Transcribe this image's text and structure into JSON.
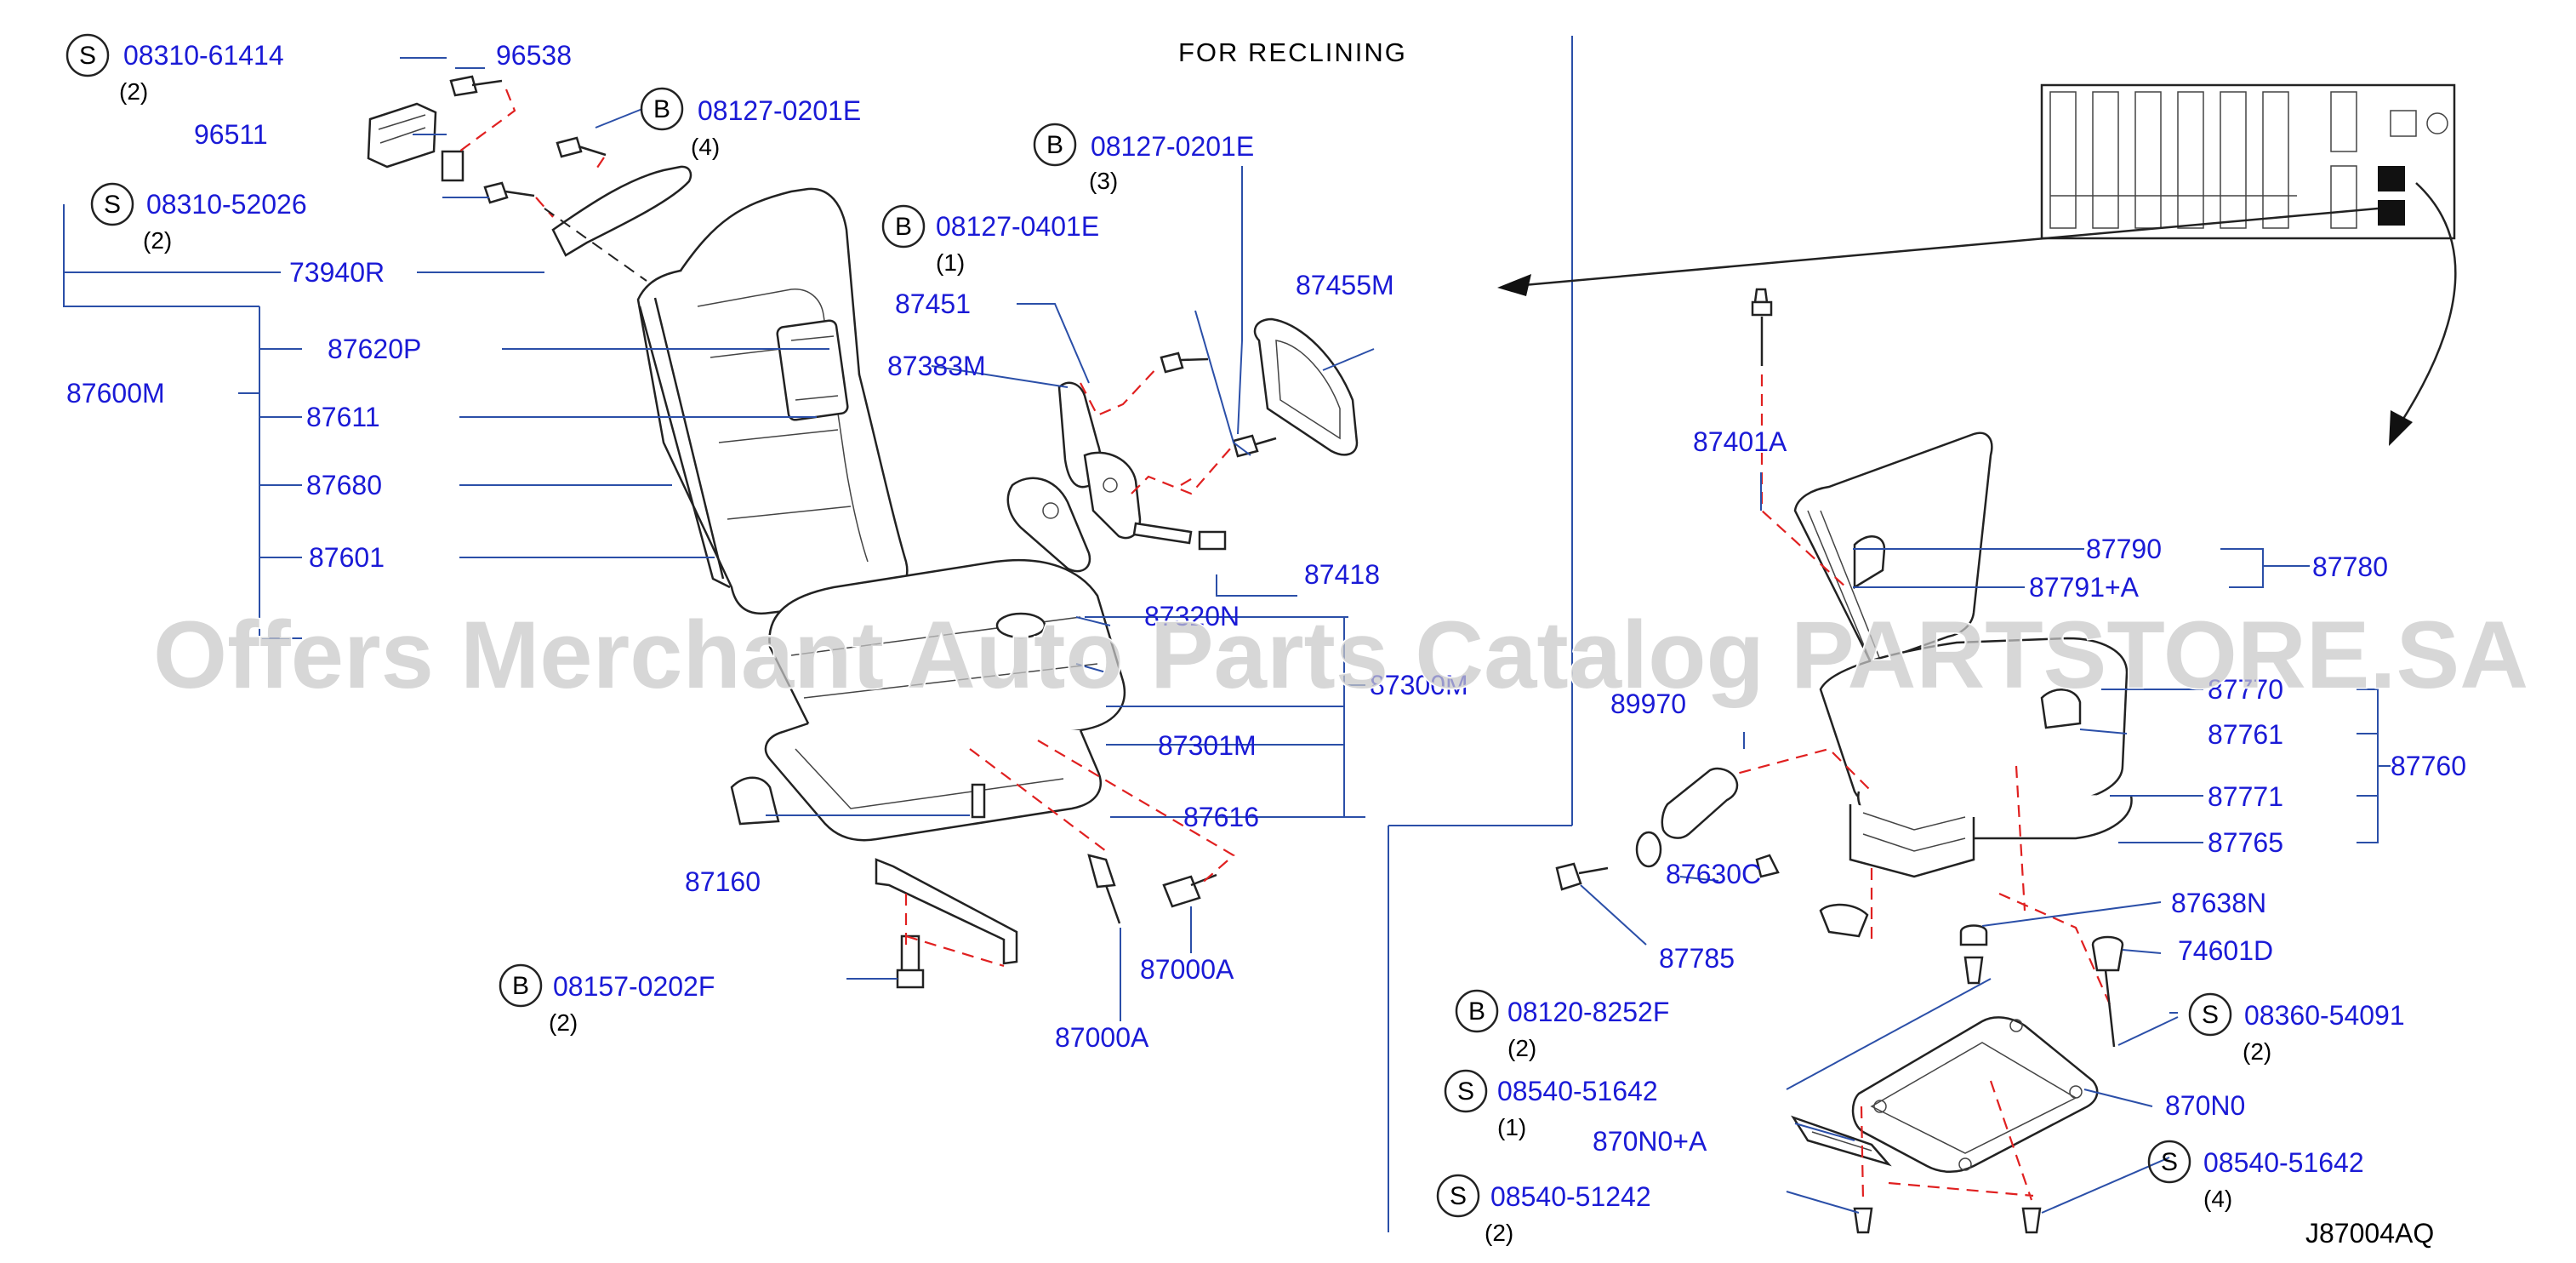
{
  "title": "FOR   RECLINING",
  "diagram_code": "J87004AQ",
  "watermark": "Offers Merchant Auto Parts Catalog PARTSTORE.SA",
  "colors": {
    "label": "#1a1ad6",
    "leader": "#2b4fa8",
    "dashed": "#e02020",
    "watermark": "#c8c8c8"
  },
  "callouts": {
    "s_08310_61414": {
      "symbol": "S",
      "part": "08310-61414",
      "qty": "(2)"
    },
    "s_08310_52026": {
      "symbol": "S",
      "part": "08310-52026",
      "qty": "(2)"
    },
    "b_08127_0201e_top": {
      "symbol": "B",
      "part": "08127-0201E",
      "qty": "(4)"
    },
    "b_08127_0201e_mid": {
      "symbol": "B",
      "part": "08127-0201E",
      "qty": "(3)"
    },
    "b_08127_0401e": {
      "symbol": "B",
      "part": "08127-0401E",
      "qty": "(1)"
    },
    "b_08157_0202f": {
      "symbol": "B",
      "part": "08157-0202F",
      "qty": "(2)"
    },
    "b_08120_8252f": {
      "symbol": "B",
      "part": "08120-8252F",
      "qty": "(2)"
    },
    "s_08540_51642_a": {
      "symbol": "S",
      "part": "08540-51642",
      "qty": "(1)"
    },
    "s_08540_51242": {
      "symbol": "S",
      "part": "08540-51242",
      "qty": "(2)"
    },
    "s_08360_54091": {
      "symbol": "S",
      "part": "08360-54091",
      "qty": "(2)"
    },
    "s_08540_51642_b": {
      "symbol": "S",
      "part": "08540-51642",
      "qty": "(4)"
    }
  },
  "parts": {
    "p96538": "96538",
    "p96511": "96511",
    "p73940R": "73940R",
    "p87620P": "87620P",
    "p87600M": "87600M",
    "p87611": "87611",
    "p87680": "87680",
    "p87601": "87601",
    "p87383M": "87383M",
    "p87451": "87451",
    "p87455M": "87455M",
    "p87418": "87418",
    "p87320N": "87320N",
    "p87300M": "87300M",
    "p87301M": "87301M",
    "p87616": "87616",
    "p87160": "87160",
    "p87000A_1": "87000A",
    "p87000A_2": "87000A",
    "p87401A": "87401A",
    "p87790": "87790",
    "p87791A": "87791+A",
    "p87780": "87780",
    "p89970": "89970",
    "p87770": "87770",
    "p87761": "87761",
    "p87760": "87760",
    "p87771": "87771",
    "p87765": "87765",
    "p87630C": "87630C",
    "p87638N": "87638N",
    "p74601D": "74601D",
    "p87785": "87785",
    "p870N0": "870N0",
    "p870N0A": "870N0+A"
  }
}
